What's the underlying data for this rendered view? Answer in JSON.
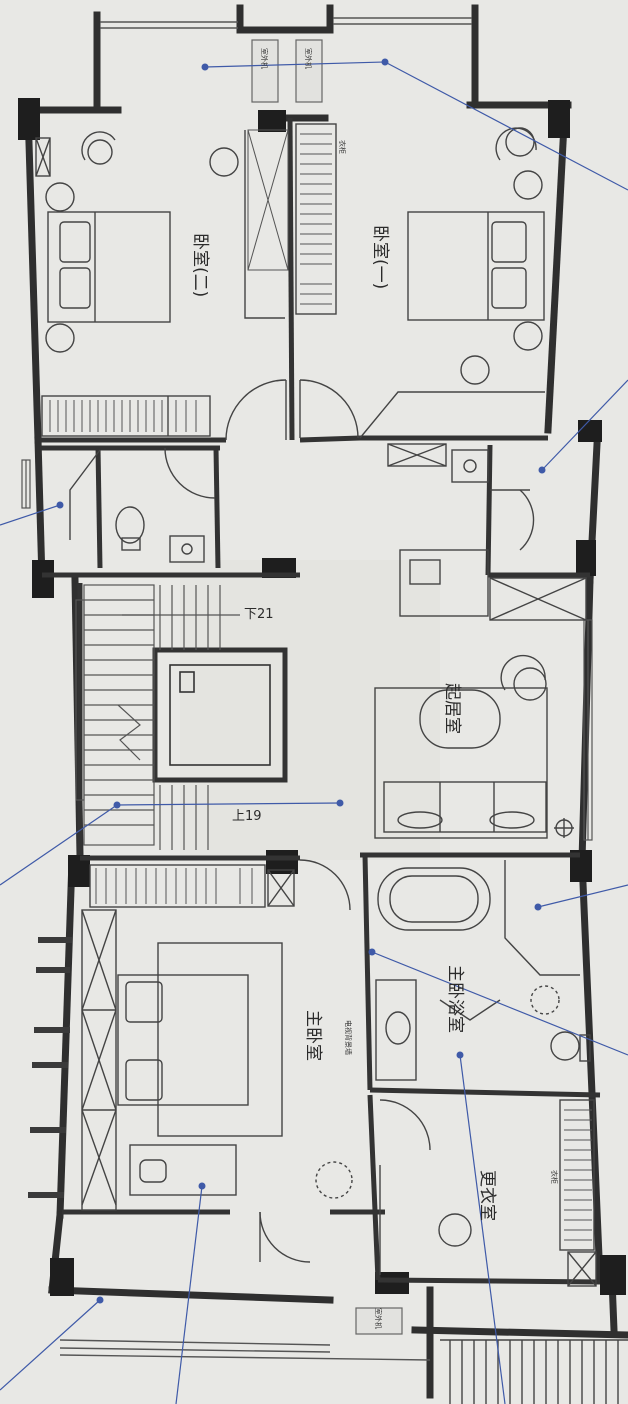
{
  "rooms": {
    "bedroom_one": "卧室(一)",
    "bedroom_two": "卧室(二)",
    "living_room": "起居室",
    "master_bedroom": "主卧室",
    "master_bath": "主卧浴室",
    "dressing_room": "更衣室"
  },
  "stairs": {
    "down_label": "下21",
    "up_label": "上19"
  },
  "annotations": {
    "ac_unit_a": "室外机",
    "ac_unit_b": "室外机",
    "ac_unit_c": "室外机",
    "wardrobe": "衣柜",
    "cabinet": "衣柜",
    "tv_wall": "电视背景墙"
  },
  "colors": {
    "wall": "#2f2f2f",
    "line": "#555555",
    "leader": "#3f5aa8",
    "paper": "#e9e9e6"
  }
}
